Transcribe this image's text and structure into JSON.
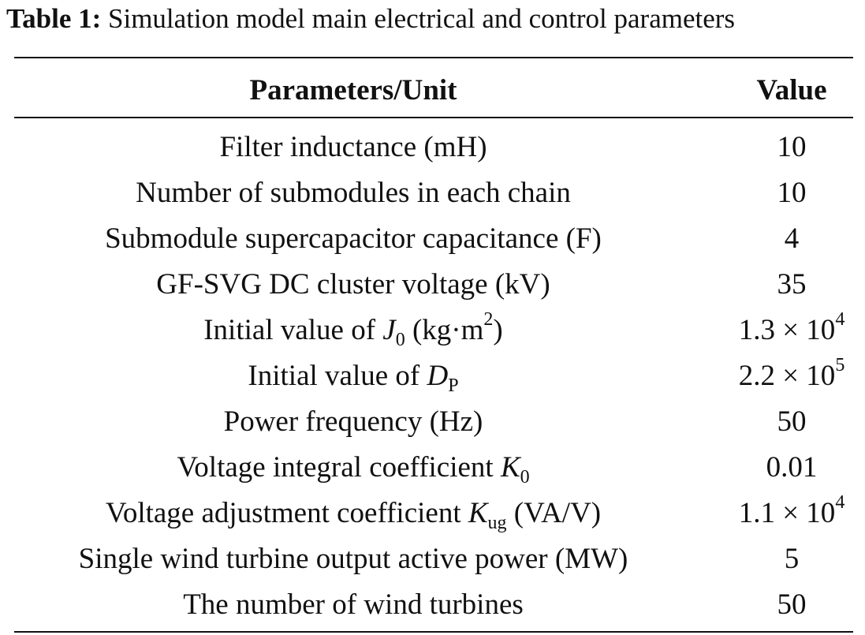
{
  "caption": {
    "label": "Table 1:",
    "text": "Simulation model main electrical and control parameters"
  },
  "table": {
    "headers": {
      "param": "Parameters/Unit",
      "value": "Value"
    },
    "rows": [
      {
        "param": "Filter inductance (mH)",
        "value": "10"
      },
      {
        "param": "Number of submodules in each chain",
        "value": "10"
      },
      {
        "param": "Submodule supercapacitor capacitance (F)",
        "value": "4"
      },
      {
        "param": "GF-SVG DC cluster voltage (kV)",
        "value": "35"
      },
      {
        "param_prefix": "Initial value of ",
        "symbol": "J",
        "symbol_sub": "0",
        "param_mid": " (kg·m",
        "param_sup": "2",
        "param_suffix": ")",
        "value_base": "1.3 × 10",
        "value_exp": "4"
      },
      {
        "param_prefix": "Initial value of ",
        "symbol": "D",
        "symbol_sub": "P",
        "value_base": "2.2 × 10",
        "value_exp": "5"
      },
      {
        "param": "Power frequency (Hz)",
        "value": "50"
      },
      {
        "param_prefix": "Voltage integral coefficient ",
        "symbol": "K",
        "symbol_sub": "0",
        "value": "0.01"
      },
      {
        "param_prefix": "Voltage adjustment coefficient ",
        "symbol": "K",
        "symbol_sub": "ug",
        "param_suffix": " (VA/V)",
        "value_base": "1.1 × 10",
        "value_exp": "4"
      },
      {
        "param": "Single wind turbine output active power (MW)",
        "value": "5"
      },
      {
        "param": "The number of wind turbines",
        "value": "50"
      }
    ]
  }
}
